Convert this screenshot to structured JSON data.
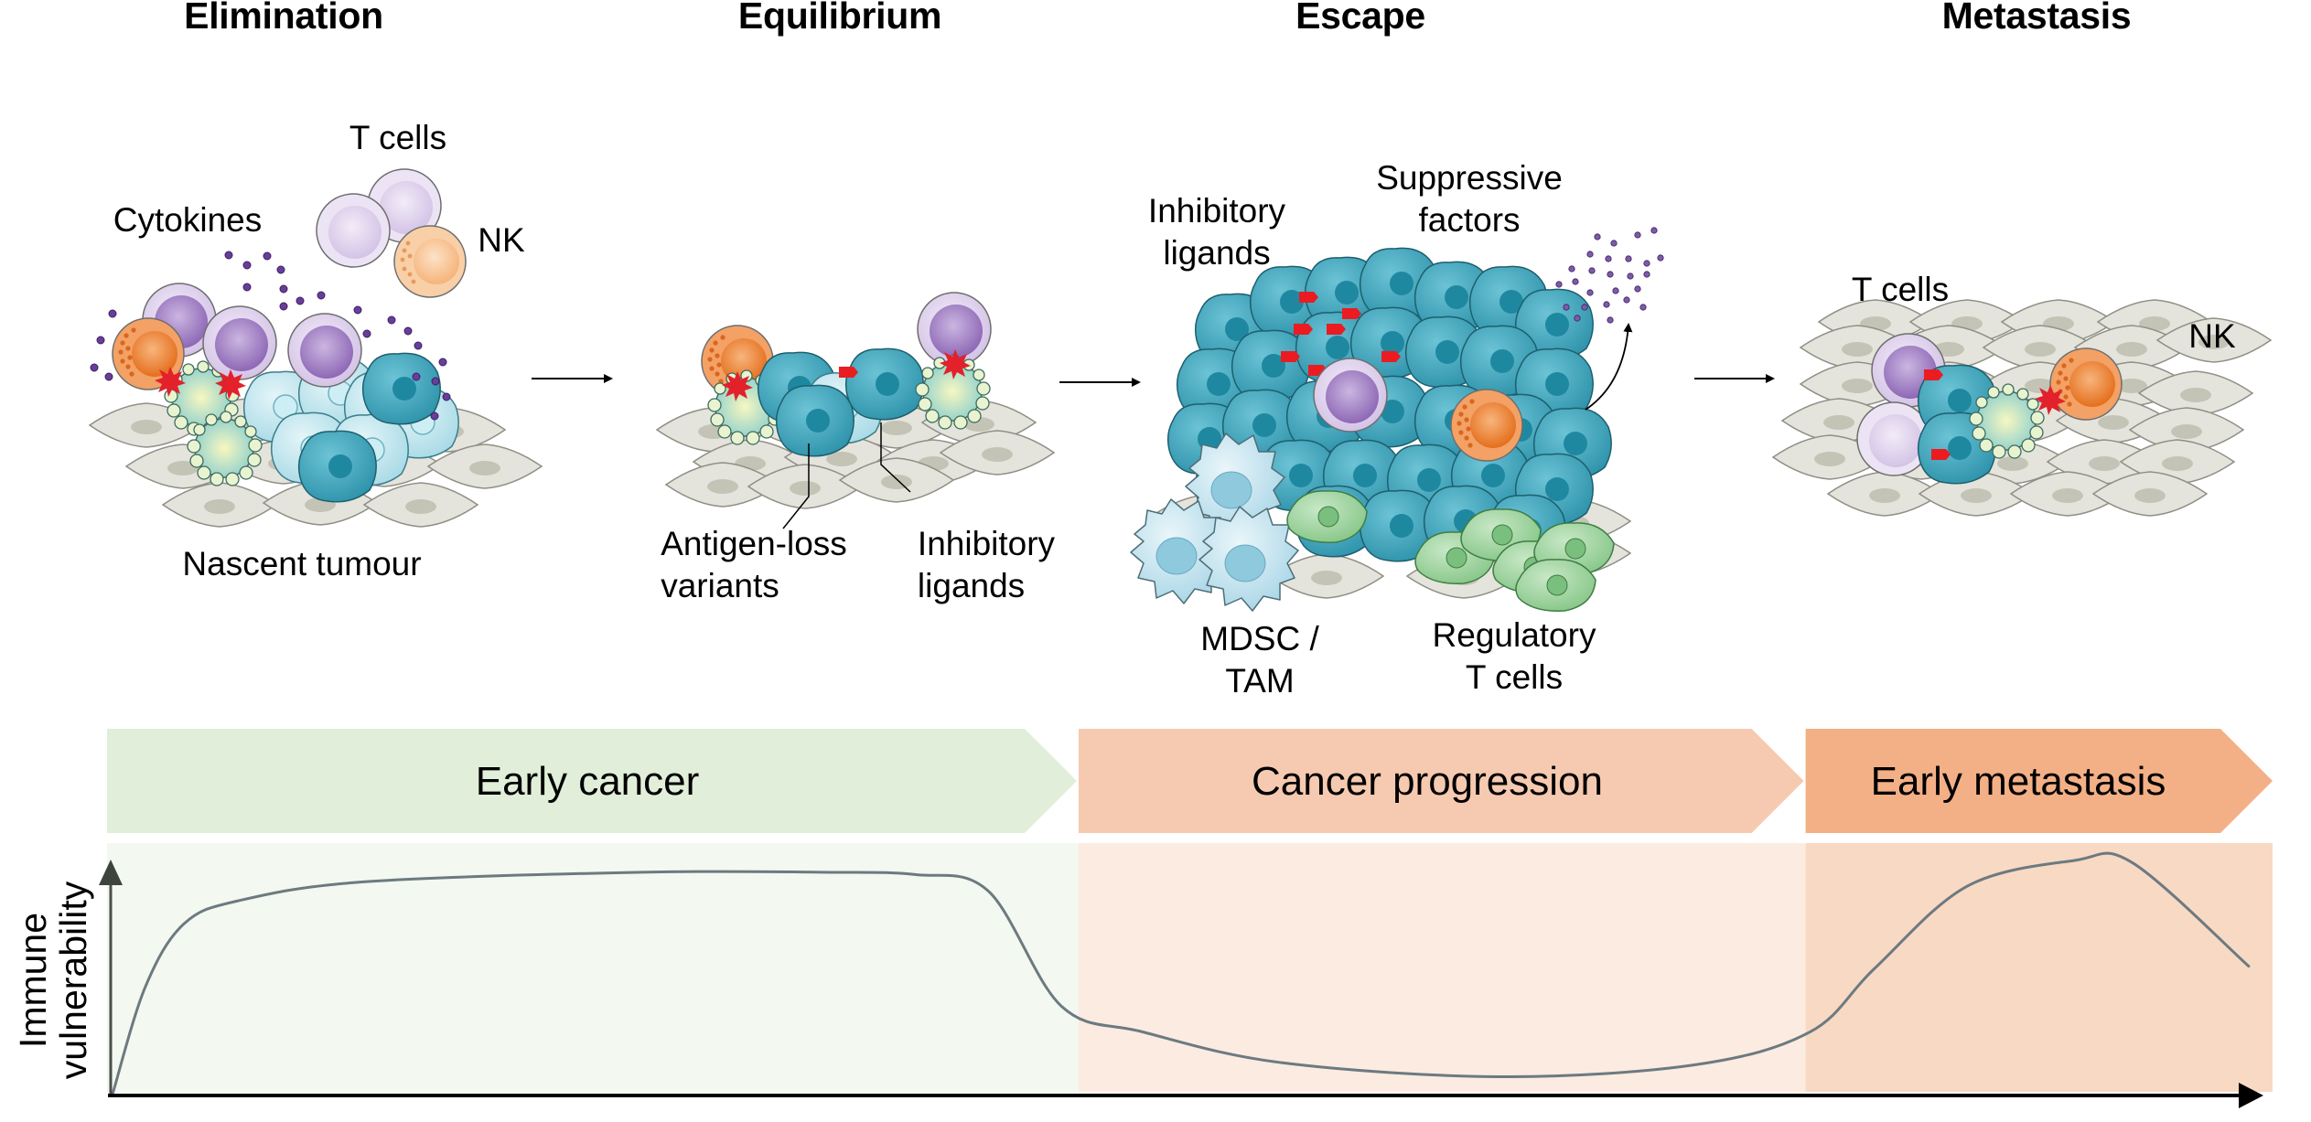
{
  "stages": [
    {
      "id": "elimination",
      "title": "Elimination"
    },
    {
      "id": "equilibrium",
      "title": "Equilibrium"
    },
    {
      "id": "escape",
      "title": "Escape"
    },
    {
      "id": "metastasis",
      "title": "Metastasis"
    }
  ],
  "labels": {
    "elimination": {
      "t_cells": "T cells",
      "cytokines": "Cytokines",
      "nk": "NK",
      "nascent_tumour": "Nascent tumour"
    },
    "equilibrium": {
      "antigen_loss_line1": "Antigen-loss",
      "antigen_loss_line2": "variants",
      "inhibitory_line1": "Inhibitory",
      "inhibitory_line2": "ligands"
    },
    "escape": {
      "inhibitory_line1": "Inhibitory",
      "inhibitory_line2": "ligands",
      "suppressive_line1": "Suppressive",
      "suppressive_line2": "factors",
      "mdsc_line1": "MDSC /",
      "mdsc_line2": "TAM",
      "treg_line1": "Regulatory",
      "treg_line2": "T cells"
    },
    "metastasis": {
      "t_cells": "T cells",
      "nk": "NK"
    }
  },
  "phases": [
    {
      "label": "Early cancer",
      "color": "#e1eed9",
      "background": "#f3f8f0"
    },
    {
      "label": "Cancer progression",
      "color": "#f6cab0",
      "background": "#fcebe1"
    },
    {
      "label": "Early metastasis",
      "color": "#f3b086",
      "background": "#f8d9c4"
    }
  ],
  "colors": {
    "tumour_cell": "#3aa6bd",
    "tumour_cell_light": "#bfe6ee",
    "t_cell": "#a685c9",
    "t_cell_light": "#ddd0ea",
    "nk_cell": "#f08a3c",
    "nk_cell_light": "#f7c08f",
    "cytokine": "#6a3d9a",
    "inhibitory_ligand": "#e8141b",
    "treg": "#95cf96",
    "mdsc": "#bfe3ef",
    "epithelium": "#e3e3da",
    "curve": "#6c7a80"
  },
  "chart_data": {
    "type": "line",
    "title": "",
    "xlabel": "",
    "ylabel": "Immune vulnerability",
    "xlim": [
      0,
      100
    ],
    "ylim": [
      0,
      100
    ],
    "grid": false,
    "axis_ticks": false,
    "phase_boundaries": [
      0,
      45.0,
      78.8,
      100
    ],
    "series": [
      {
        "name": "Immune vulnerability",
        "x": [
          0.1,
          1.6,
          3.4,
          6.0,
          11.9,
          24.7,
          33.0,
          37.4,
          40.8,
          44.2,
          48.0,
          54.4,
          64.5,
          73.6,
          79.0,
          82.0,
          86.3,
          91.3,
          94.0,
          99.4
        ],
        "y": [
          1,
          46,
          73,
          83,
          91,
          95,
          95,
          94,
          87,
          38,
          27,
          14,
          8,
          13,
          27,
          54,
          89,
          100,
          99,
          55
        ]
      }
    ]
  }
}
